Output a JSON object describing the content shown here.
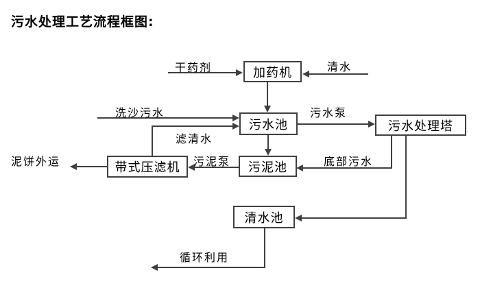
{
  "title": "污水处理工艺流程框图:",
  "diagram": {
    "nodes": {
      "dosing_machine": "加药机",
      "sewage_pool": "污水池",
      "treatment_tower": "污水处理塔",
      "sludge_pool": "污泥池",
      "belt_filter_press": "带式压滤机",
      "clean_water_pool": "清水池"
    },
    "edge_labels": {
      "dry_agent": "干药剂",
      "clean_water": "清水",
      "sand_washing_sewage": "洗沙污水",
      "sewage_pump": "污水泵",
      "filtered_water": "滤清水",
      "sludge_pump": "污泥泵",
      "bottom_sewage": "底部污水",
      "mud_cake_out": "泥饼外运",
      "recycle": "循环利用"
    },
    "edges": [
      {
        "from": "dry_agent_source",
        "to": "dosing_machine",
        "label": "干药剂"
      },
      {
        "from": "clean_water_source",
        "to": "dosing_machine",
        "label": "清水"
      },
      {
        "from": "dosing_machine",
        "to": "sewage_pool",
        "label": ""
      },
      {
        "from": "sand_washing_source",
        "to": "sewage_pool",
        "label": "洗沙污水"
      },
      {
        "from": "belt_filter_press",
        "to": "sewage_pool",
        "label": "滤清水"
      },
      {
        "from": "sewage_pool",
        "to": "treatment_tower",
        "label": "污水泵"
      },
      {
        "from": "sewage_pool",
        "to": "sludge_pool",
        "label": ""
      },
      {
        "from": "treatment_tower",
        "to": "sludge_pool",
        "label": "底部污水"
      },
      {
        "from": "sludge_pool",
        "to": "belt_filter_press",
        "label": "污泥泵"
      },
      {
        "from": "belt_filter_press",
        "to": "outside",
        "label": "泥饼外运"
      },
      {
        "from": "treatment_tower",
        "to": "clean_water_pool",
        "label": ""
      },
      {
        "from": "clean_water_pool",
        "to": "reuse",
        "label": "循环利用"
      }
    ],
    "colors": {
      "line": "#3f3f3f",
      "text": "#000000",
      "background": "#ffffff"
    }
  }
}
